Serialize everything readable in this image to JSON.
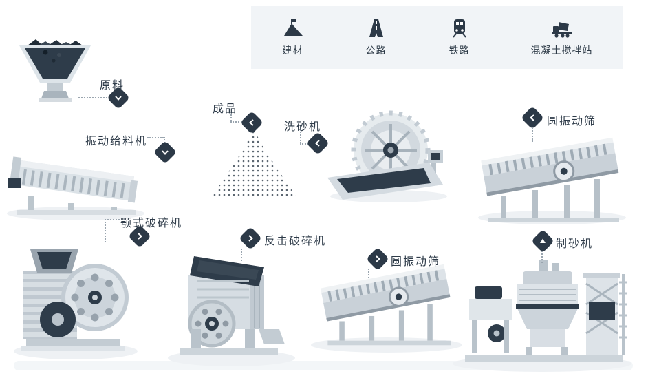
{
  "palette": {
    "navy": "#2c3947",
    "machine_light": "#e7ebef",
    "machine_mid": "#cfd7dd",
    "machine_shade": "#b7c1c9",
    "legend_bg": "#f1f4f7",
    "label_text": "#2e3b49",
    "dot_sand": "#5a6570",
    "background": "#ffffff"
  },
  "legend": {
    "items": [
      {
        "label": "建材",
        "icon": "building-materials-icon"
      },
      {
        "label": "公路",
        "icon": "highway-icon"
      },
      {
        "label": "铁路",
        "icon": "railway-icon"
      },
      {
        "label": "混凝土搅拌站",
        "icon": "concrete-mixing-plant-icon"
      }
    ]
  },
  "nodes": [
    {
      "id": "raw-material",
      "label": "原料",
      "arrow": "down"
    },
    {
      "id": "vibrating-feeder",
      "label": "振动给料机",
      "arrow": "down"
    },
    {
      "id": "finished-product",
      "label": "成品",
      "arrow": "left"
    },
    {
      "id": "sand-washer",
      "label": "洗砂机",
      "arrow": "left"
    },
    {
      "id": "circular-vibrating-screen-upper",
      "label": "圆振动筛",
      "arrow": "left"
    },
    {
      "id": "jaw-crusher",
      "label": "颚式破碎机",
      "arrow": "right"
    },
    {
      "id": "impact-crusher",
      "label": "反击破碎机",
      "arrow": "right"
    },
    {
      "id": "circular-vibrating-screen-lower",
      "label": "圆振动筛",
      "arrow": "right"
    },
    {
      "id": "sand-making-machine",
      "label": "制砂机",
      "arrow": "up"
    }
  ]
}
